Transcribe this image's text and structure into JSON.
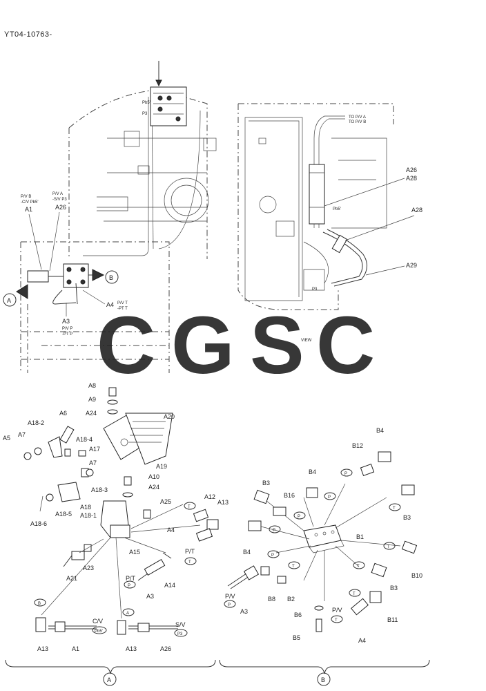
{
  "doc_code": "YT04-10763-",
  "logo": {
    "letters": [
      "C",
      "G",
      "S",
      "C"
    ],
    "colors": [
      "#5b9cf3",
      "#f3918a",
      "#f7d56e",
      "#7cc59b"
    ]
  },
  "upper_labels": {
    "pv_b": "P/V B",
    "cv_pb5": "-C/V Pb5'",
    "a1": "A1",
    "pv_a": "P/V A",
    "sv_p3": "-S/V P3",
    "a26": "A26",
    "a4": "A4",
    "pv_t": "P/V T",
    "pt_t": "-PT T",
    "a3": "A3",
    "pv_p": "P/V P",
    "pt_p": "-PT P",
    "callout_a": "A",
    "callout_b": "B",
    "pb5": "Pb5'",
    "p3": "P3",
    "a26r": "A26",
    "a28r": "A28",
    "a28r2": "A28",
    "a29r": "A29",
    "to_pva": "TO P/V A",
    "to_pvb": "TO P/V B",
    "pb5r": "Pb5'",
    "p3r": "P3",
    "view": "VIEW"
  },
  "detail_a": {
    "a8": "A8",
    "a9": "A9",
    "a24": "A24",
    "a20": "A20",
    "a6": "A6",
    "a18_2": "A18-2",
    "a7": "A7",
    "a5": "A5",
    "a18_4": "A18-4",
    "a17": "A17",
    "a7b": "A7",
    "a19": "A19",
    "a18_3": "A18-3",
    "a10": "A10",
    "a24b": "A24",
    "a18": "A18",
    "a18_1": "A18-1",
    "a18_5": "A18-5",
    "a18_6": "A18-6",
    "a25": "A25",
    "a12": "A12",
    "a13": "A13",
    "a4": "A4",
    "pt": "P/T",
    "t": "T",
    "a15": "A15",
    "a23": "A23",
    "a21": "A21",
    "a14": "A14",
    "pt2": "P/T",
    "p": "P",
    "a3": "A3",
    "b": "B",
    "a": "A",
    "cv": "C/V",
    "pb5": "Pb5'",
    "sv": "S/V",
    "p3": "P3",
    "a13b": "A13",
    "a1": "A1",
    "a13c": "A13",
    "a26": "A26"
  },
  "detail_b": {
    "b4": "B4",
    "b12": "B12",
    "b4b": "B4",
    "b3": "B3",
    "b16": "B16",
    "p": "P",
    "b3b": "B3",
    "t": "T",
    "b1": "B1",
    "b4c": "B4",
    "b10": "B10",
    "b3c": "B3",
    "b8": "B8",
    "b2": "B2",
    "pv": "P/V",
    "a3": "A3",
    "b6": "B6",
    "b5": "B5",
    "pv2": "P/V",
    "a4": "A4",
    "b11": "B11"
  },
  "section_labels": {
    "left": "A",
    "right": "B"
  }
}
